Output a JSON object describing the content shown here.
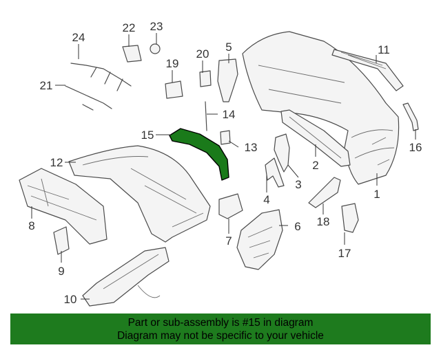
{
  "callouts": {
    "c1": "1",
    "c2": "2",
    "c3": "3",
    "c4": "4",
    "c5": "5",
    "c6": "6",
    "c7": "7",
    "c8": "8",
    "c9": "9",
    "c10": "10",
    "c11": "11",
    "c12": "12",
    "c13": "13",
    "c14": "14",
    "c15": "15",
    "c16": "16",
    "c17": "17",
    "c18": "18",
    "c19": "19",
    "c20": "20",
    "c21": "21",
    "c22": "22",
    "c23": "23",
    "c24": "24"
  },
  "highlighted_part": "15",
  "highlight_color": "#1e7b1e",
  "banner": {
    "line1": "Part or sub-assembly is #15 in diagram",
    "line2": "Diagram may not be specific to your vehicle"
  }
}
